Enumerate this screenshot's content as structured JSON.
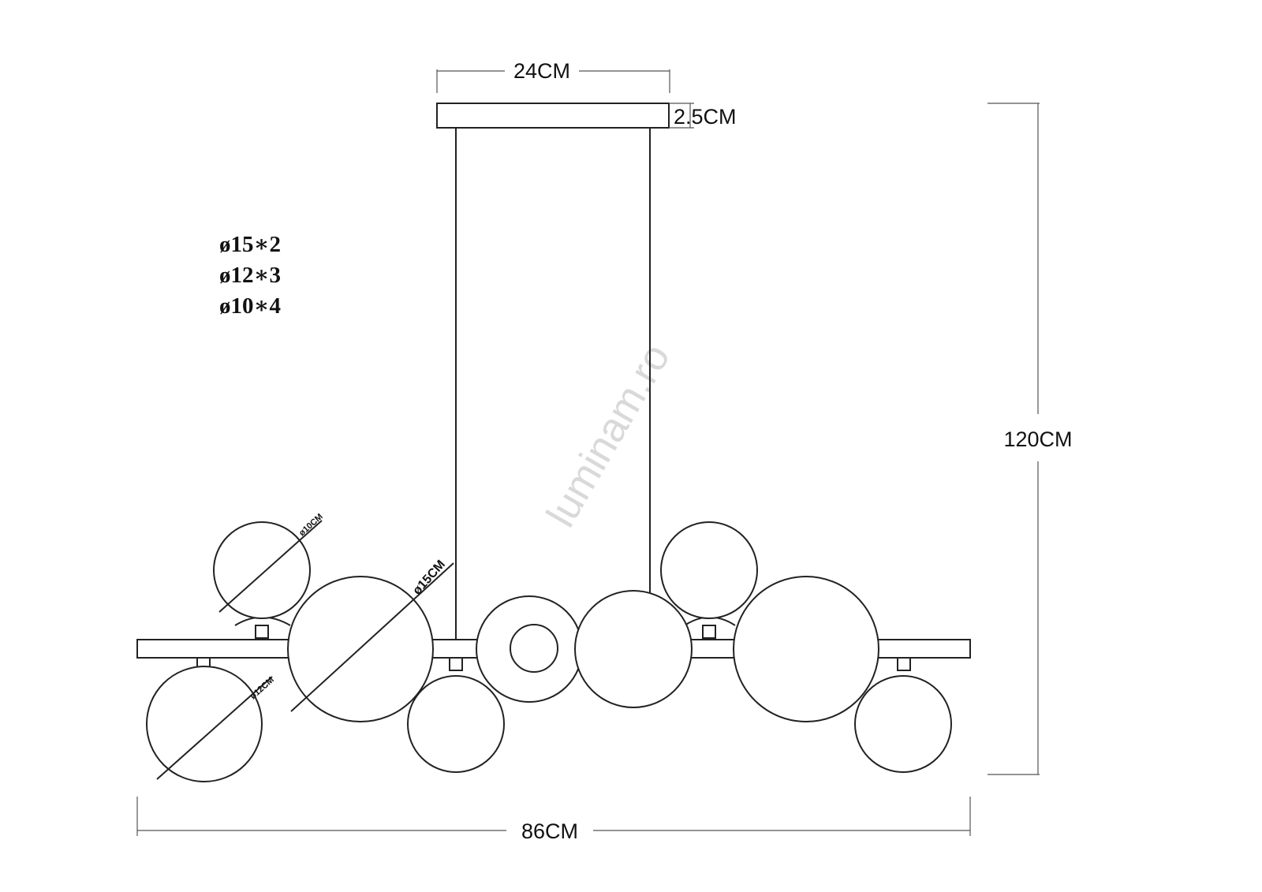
{
  "dimensions": {
    "canopy_width": "24CM",
    "canopy_height": "2.5CM",
    "total_height": "120CM",
    "total_width": "86CM"
  },
  "globe_specs": [
    "ø15∗2",
    "ø12∗3",
    "ø10∗4"
  ],
  "globe_labels": {
    "small": "ø10CM",
    "large": "ø15CM",
    "medium": "ø12CM"
  },
  "watermark": "luminam.ro"
}
